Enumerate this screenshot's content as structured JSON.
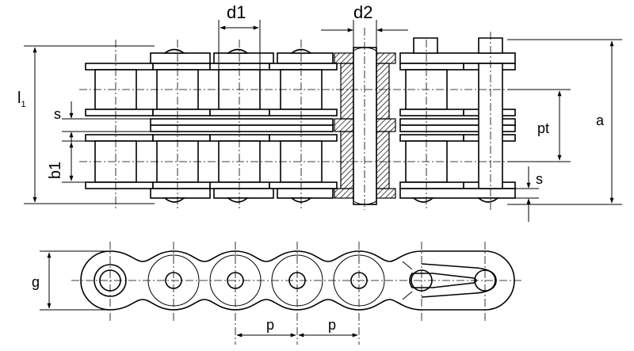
{
  "labels": {
    "d1": "d1",
    "d2": "d2",
    "l1": "l",
    "l1_sub": "1",
    "s_upper": "s",
    "b1": "b1",
    "pt": "pt",
    "a": "a",
    "s_lower": "s",
    "g": "g",
    "p_first": "p",
    "p_second": "p"
  }
}
